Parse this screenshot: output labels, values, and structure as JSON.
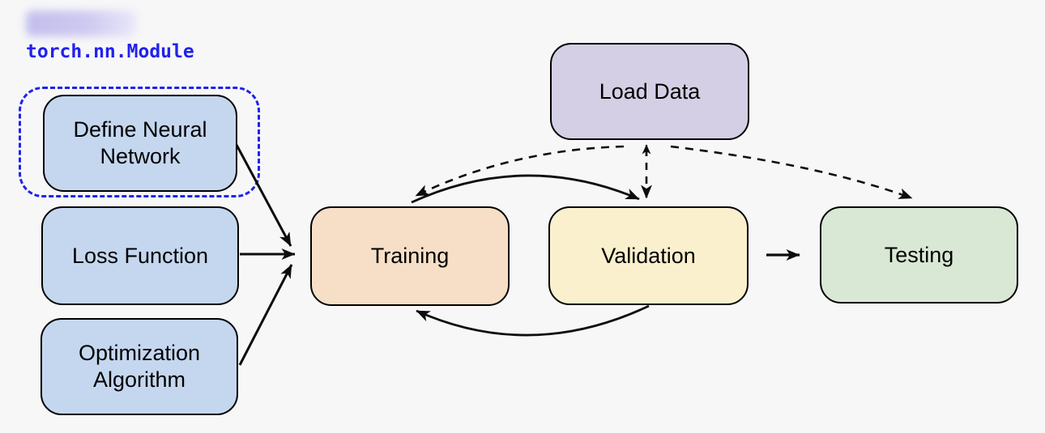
{
  "page": {
    "background": "#f7f7f8",
    "description": "Neural network training workflow flowchart"
  },
  "annotation": {
    "code_label": "torch.nn.Module",
    "code_color": "#2121ee",
    "highlight_box_color": "#2121ee",
    "highlighted_node": "define-nn",
    "redacted_blur_present": true
  },
  "diagram": {
    "type": "flowchart",
    "edge_color": "#0d0d0d",
    "nodes": [
      {
        "id": "define-nn",
        "label": "Define Neural\nNetwork",
        "fill": "#c5d7ef"
      },
      {
        "id": "loss-fn",
        "label": "Loss Function",
        "fill": "#c5d7ef"
      },
      {
        "id": "opt-alg",
        "label": "Optimization\nAlgorithm",
        "fill": "#c5d7ef"
      },
      {
        "id": "training",
        "label": "Training",
        "fill": "#f6dfc6"
      },
      {
        "id": "validation",
        "label": "Validation",
        "fill": "#faf0cd"
      },
      {
        "id": "testing",
        "label": "Testing",
        "fill": "#d9e7d5"
      },
      {
        "id": "load-data",
        "label": "Load Data",
        "fill": "#d4cfe4"
      }
    ],
    "edges": [
      {
        "from": "define-nn",
        "to": "training",
        "style": "solid"
      },
      {
        "from": "loss-fn",
        "to": "training",
        "style": "solid"
      },
      {
        "from": "opt-alg",
        "to": "training",
        "style": "solid"
      },
      {
        "from": "training",
        "to": "validation",
        "style": "solid-curve"
      },
      {
        "from": "validation",
        "to": "training",
        "style": "solid-curve"
      },
      {
        "from": "validation",
        "to": "testing",
        "style": "solid"
      },
      {
        "from": "load-data",
        "to": "training",
        "style": "dashed"
      },
      {
        "from": "load-data",
        "to": "validation",
        "style": "dashed"
      },
      {
        "from": "load-data",
        "to": "testing",
        "style": "dashed"
      }
    ]
  }
}
